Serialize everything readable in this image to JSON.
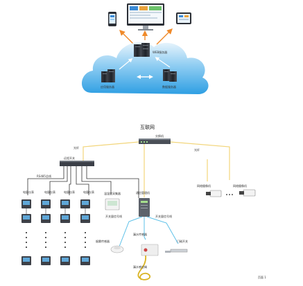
{
  "cloud": {
    "web_server_label": "WEB服务器",
    "app_server_label": "应用服务器",
    "db_server_label": "数据服务器",
    "arrow_symbol": "⟷"
  },
  "network": {
    "main_net_label": "互联网",
    "switch_label": "交换机",
    "optical_fiber_left": "光纤",
    "optical_fiber_right": "光纤",
    "data_switch_label": "远程开关",
    "rs485_bus_label": "RS485总线",
    "comm_manager_label": "通信管理机",
    "temp_humidity_label": "温湿度采集器",
    "smoke_detector_label": "烟雾传感器",
    "water_leak_label": "漏水传感器",
    "water_leak_rope_label": "漏水感应绳",
    "door_sensor_label": "门磁开关",
    "switch_signal_left": "开关量信号线",
    "switch_signal_right": "开关量信号线",
    "camera_label_1": "网络摄像机",
    "camera_label_2": "网络摄像机",
    "meter_column_labels": [
      "电量仪表",
      "电量仪表",
      "电量仪表",
      "电量仪表"
    ],
    "footer_label": "页面 1"
  },
  "colors": {
    "cloud_top": "#dff0fb",
    "cloud_bottom": "#3aa7e6",
    "arrow": "#f08a2a",
    "fiber_line": "#f2d57a",
    "signal_line": "#5bc0e8",
    "bus_line": "#333333"
  }
}
